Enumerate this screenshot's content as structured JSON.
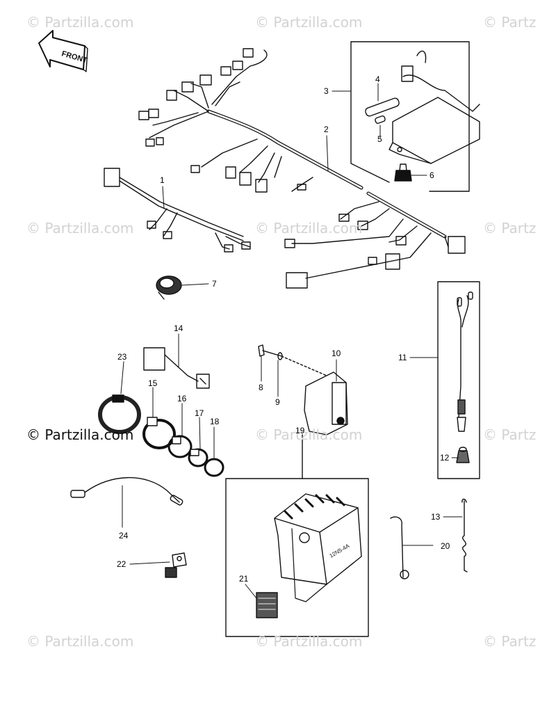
{
  "front_label": "FRONT",
  "watermarks": {
    "text": "© Partzilla.com",
    "edge_text": "© Partz",
    "strong_text": "© Partzilla.com"
  },
  "callouts": {
    "n1": "1",
    "n2": "2",
    "n3": "3",
    "n4": "4",
    "n5": "5",
    "n6": "6",
    "n7": "7",
    "n8": "8",
    "n9": "9",
    "n10": "10",
    "n11": "11",
    "n12": "12",
    "n13": "13",
    "n14": "14",
    "n15": "15",
    "n16": "16",
    "n17": "17",
    "n18": "18",
    "n19": "19",
    "n20": "20",
    "n21": "21",
    "n22": "22",
    "n23": "23",
    "n24": "24"
  },
  "battery_marking": "12N5-4A",
  "colors": {
    "ink": "#111111",
    "watermark": "#d2d2d2",
    "background": "#ffffff"
  }
}
